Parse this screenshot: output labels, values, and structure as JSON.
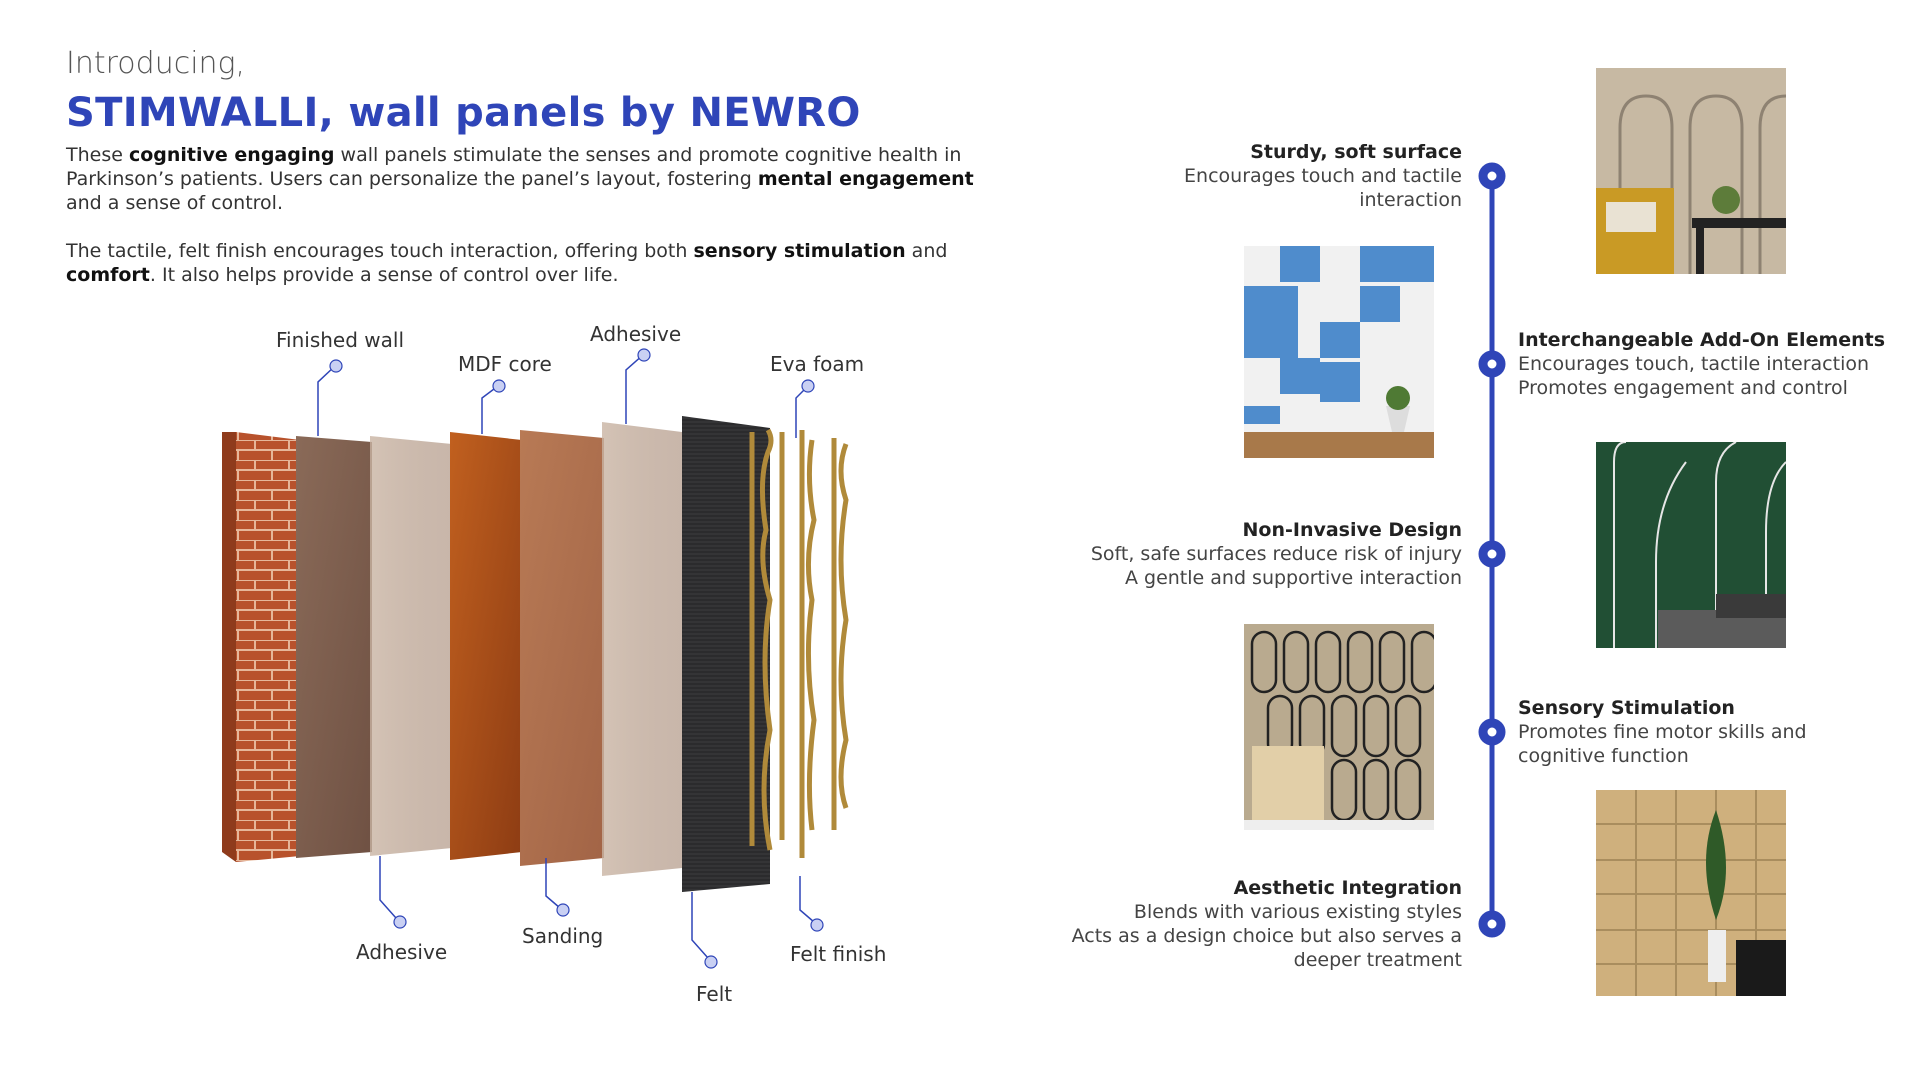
{
  "header": {
    "intro": "Introducing,",
    "title": "STIMWALLI, wall panels by NEWRO"
  },
  "paragraph1": {
    "p1": "These ",
    "b1": "cognitive engaging",
    "p2": " wall panels stimulate the senses and promote cognitive health in Parkinson’s patients. Users can personalize the panel’s layout, fostering ",
    "b2": "mental engagement",
    "p3": " and a sense of control."
  },
  "paragraph2": {
    "p1": "The tactile, felt finish encourages touch interaction, offering both ",
    "b1": "sensory stimulation",
    "p2": " and ",
    "b2": "comfort",
    "p3": ". It also helps provide a sense of control over life."
  },
  "layers": {
    "finished_wall": "Finished wall",
    "mdf_core": "MDF core",
    "adhesive_top": "Adhesive",
    "eva_foam": "Eva foam",
    "adhesive_bottom": "Adhesive",
    "sanding": "Sanding",
    "felt": "Felt",
    "felt_finish": "Felt finish"
  },
  "features": [
    {
      "title": "Sturdy, soft surface",
      "lines": [
        "Encourages touch and tactile",
        "interaction"
      ]
    },
    {
      "title": "Interchangeable Add-On Elements",
      "lines": [
        "Encourages touch, tactile interaction",
        "Promotes engagement and control"
      ]
    },
    {
      "title": "Non-Invasive Design",
      "lines": [
        "Soft, safe surfaces reduce risk of injury",
        "A gentle and supportive interaction"
      ]
    },
    {
      "title": "Sensory Stimulation",
      "lines": [
        " Promotes fine motor skills and",
        "cognitive function"
      ]
    },
    {
      "title": "Aesthetic Integration",
      "lines": [
        "Blends with various existing styles",
        "Acts as a design choice but also serves a",
        "deeper treatment"
      ]
    }
  ],
  "colors": {
    "accent": "#2f45b8",
    "brick": "#b8522c",
    "mdf": "#b9541f",
    "felt": "#2b2b2d",
    "gold": "#b08a3a"
  }
}
